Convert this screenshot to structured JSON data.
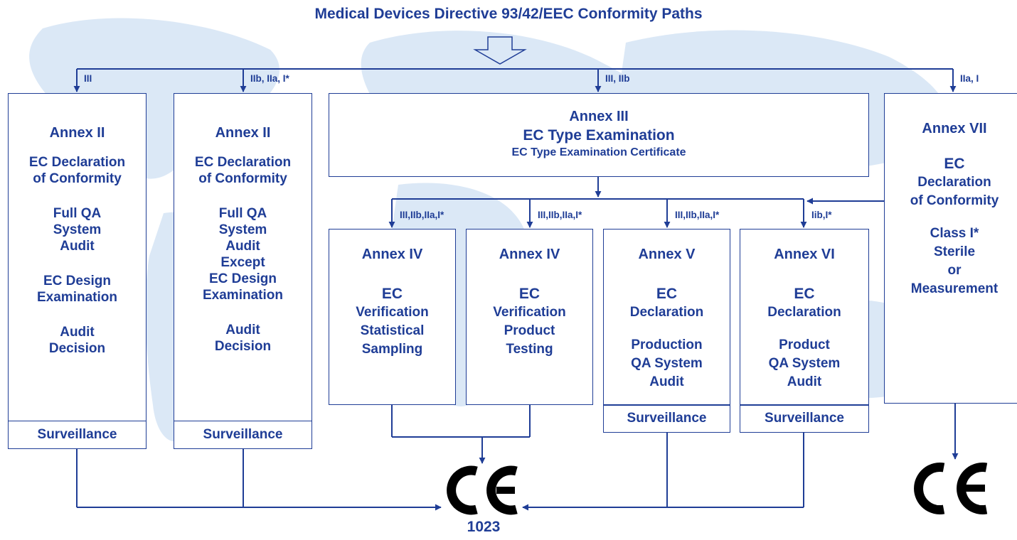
{
  "title": "Medical Devices Directive 93/42/EEC Conformity Paths",
  "colors": {
    "primary": "#1f3d96",
    "background": "#ffffff",
    "map": "#d6e6f7"
  },
  "branch_labels": [
    "III",
    "IIb, IIa, I*",
    "III, IIb",
    "IIa, I"
  ],
  "sub_labels": [
    "III,IIb,IIa,I*",
    "III,IIb,IIa,I*",
    "III,IIb,IIa,I*",
    "Iib,I*"
  ],
  "annex_ii_a": {
    "heading": "Annex II",
    "lines": [
      "EC Declaration",
      "of Conformity",
      "",
      "Full QA",
      "System",
      "Audit",
      "",
      "EC Design",
      "Examination",
      "",
      "Audit",
      "Decision"
    ],
    "surveillance": "Surveillance"
  },
  "annex_ii_b": {
    "heading": "Annex II",
    "lines": [
      "EC Declaration",
      "of Conformity",
      "",
      "Full QA",
      "System",
      "Audit",
      "Except",
      "EC Design",
      "Examination",
      "",
      "Audit",
      "Decision"
    ],
    "surveillance": "Surveillance"
  },
  "annex_iii": {
    "heading": "Annex III",
    "line1": "EC Type Examination",
    "line2": "EC Type Examination Certificate"
  },
  "annex_iv_a": {
    "heading": "Annex IV",
    "lines": [
      "EC",
      "Verification",
      "Statistical",
      "Sampling"
    ]
  },
  "annex_iv_b": {
    "heading": "Annex IV",
    "lines": [
      "EC",
      "Verification",
      "Product",
      "Testing"
    ]
  },
  "annex_v": {
    "heading": "Annex V",
    "lines": [
      "EC",
      "Declaration",
      "",
      "Production",
      "QA System",
      "Audit"
    ],
    "surveillance": "Surveillance"
  },
  "annex_vi": {
    "heading": "Annex VI",
    "lines": [
      "EC",
      "Declaration",
      "",
      "Product",
      "QA System",
      "Audit"
    ],
    "surveillance": "Surveillance"
  },
  "annex_vii": {
    "heading": "Annex VII",
    "lines": [
      "EC",
      "Declaration",
      "of Conformity",
      "",
      "Class I*",
      "Sterile",
      "or",
      "Measurement"
    ]
  },
  "ce_mark": {
    "icon": "ce-mark-icon",
    "notified_body_number": "1023"
  },
  "ce_mark_plain": {
    "icon": "ce-mark-icon"
  }
}
